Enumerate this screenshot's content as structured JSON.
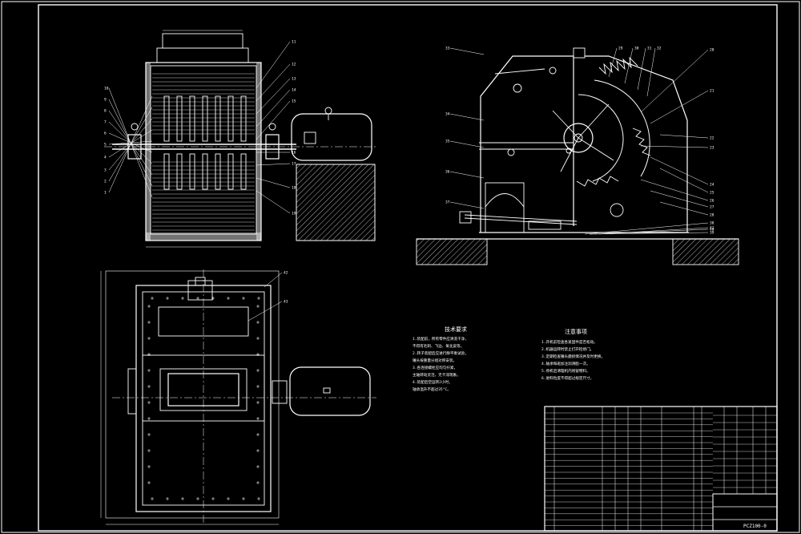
{
  "drawing": {
    "background": "#000000",
    "line_color": "#ffffff",
    "accent_color": "#ff2a2a",
    "part_numbers_side": [
      "1",
      "2",
      "3",
      "4",
      "5",
      "6",
      "7",
      "8",
      "9",
      "10",
      "11",
      "12",
      "13",
      "14",
      "15",
      "16",
      "17",
      "18",
      "19"
    ],
    "part_numbers_section": [
      "20",
      "21",
      "22",
      "23",
      "24",
      "25",
      "26",
      "27",
      "28",
      "29",
      "30",
      "31",
      "32",
      "33",
      "34",
      "35",
      "36",
      "37",
      "38",
      "39",
      "40",
      "41"
    ],
    "part_numbers_plan": [
      "42",
      "43"
    ]
  },
  "technical_requirements": {
    "title": "技术要求",
    "lines": [
      "1.装配前，所有零件应清洗干净，",
      "不得有毛刺、飞边、氧化皮等。",
      "2.转子装配后应进行静平衡试验，",
      "锤头按重量分组对称安装。",
      "3.各连接螺栓应均匀拧紧，",
      "主轴转动灵活，无卡滞现象。",
      "4.装配后空运转2小时，",
      "轴承温升不超过35°C。"
    ]
  },
  "notes": {
    "title": "注意事项",
    "lines": [
      "1.开机前检查各紧固件是否松动。",
      "2.机器运转时禁止打开检修门。",
      "3.定期检查锤头磨损情况并及时更换。",
      "4.轴承每班加注润滑脂一次。",
      "5.停机后清理机内残留物料。",
      "6.进料粒度不得超过规定尺寸。"
    ]
  },
  "title_block": {
    "drawing_number": "PCZ100-0"
  }
}
